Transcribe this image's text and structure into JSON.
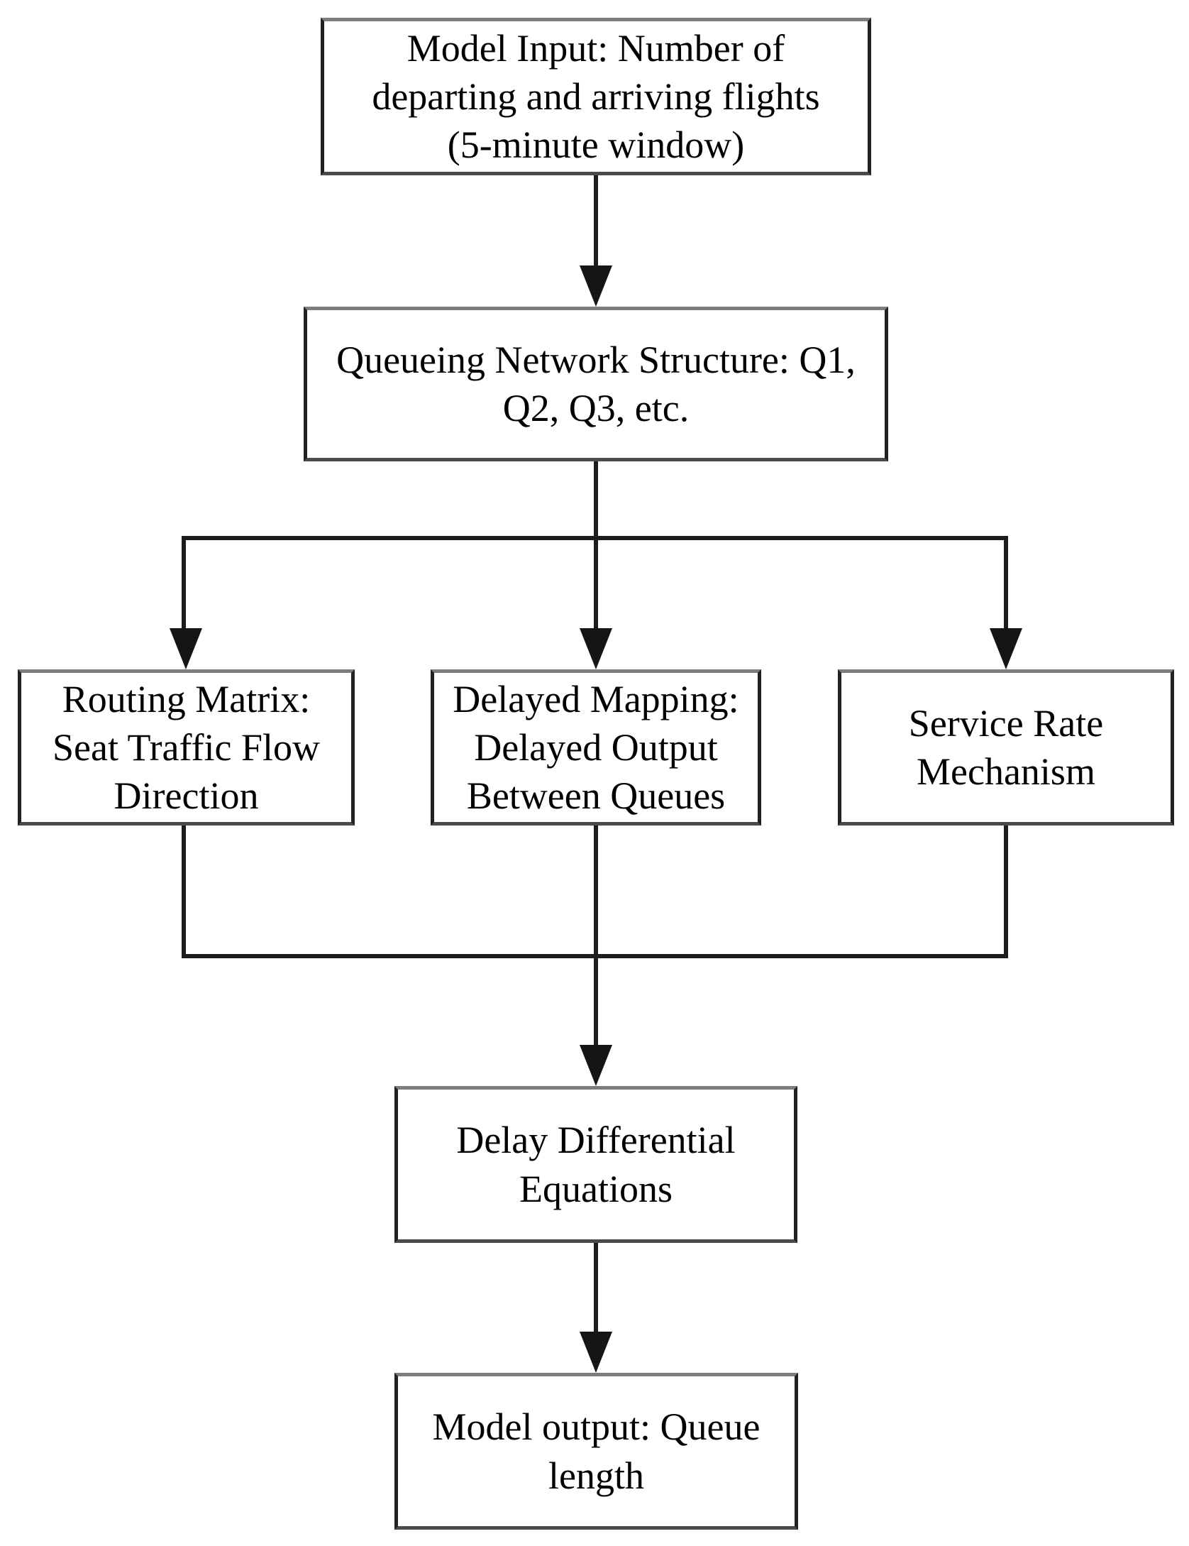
{
  "diagram": {
    "title": "Queueing network model flowchart",
    "colors": {
      "background": "#ffffff",
      "box_border": "#3d3d3d",
      "line": "#1c1c1c",
      "text": "#000000"
    },
    "nodes": [
      {
        "id": "model-input",
        "label": "Model Input: Number of\ndeparting and arriving flights\n(5-minute window)"
      },
      {
        "id": "queueing-network",
        "label": "Queueing Network Structure: Q1,\nQ2, Q3, etc."
      },
      {
        "id": "routing-matrix",
        "label": "Routing Matrix:\nSeat Traffic Flow\nDirection"
      },
      {
        "id": "delayed-mapping",
        "label": "Delayed Mapping:\nDelayed Output\nBetween Queues"
      },
      {
        "id": "service-rate",
        "label": "Service Rate\nMechanism"
      },
      {
        "id": "delay-differential",
        "label": "Delay Differential\nEquations"
      },
      {
        "id": "model-output",
        "label": "Model output: Queue\nlength"
      }
    ],
    "edges": [
      {
        "from": "model-input",
        "to": "queueing-network"
      },
      {
        "from": "queueing-network",
        "to": "routing-matrix"
      },
      {
        "from": "queueing-network",
        "to": "delayed-mapping"
      },
      {
        "from": "queueing-network",
        "to": "service-rate"
      },
      {
        "from": "routing-matrix",
        "to": "delay-differential"
      },
      {
        "from": "delayed-mapping",
        "to": "delay-differential"
      },
      {
        "from": "service-rate",
        "to": "delay-differential"
      },
      {
        "from": "delay-differential",
        "to": "model-output"
      }
    ]
  }
}
